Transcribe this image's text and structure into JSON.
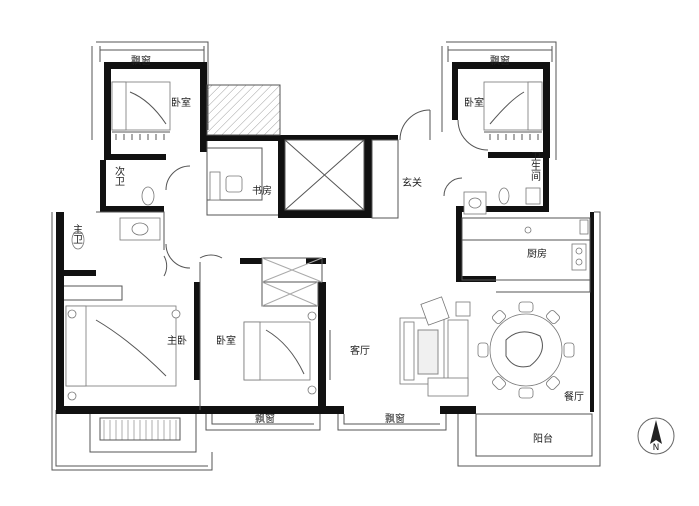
{
  "rooms": {
    "bay_nw": "飘窗",
    "bay_ne": "飘窗",
    "bedroom_nw": "卧室",
    "bedroom_ne": "卧室",
    "second_bath": "次卫",
    "study": "书房",
    "foyer": "玄关",
    "bath_ne": "卫生间",
    "master_bath": "主卫",
    "kitchen": "厨房",
    "master_bedroom": "主卧",
    "bedroom_s": "卧室",
    "living": "客厅",
    "dining": "餐厅",
    "bay_s1": "飘窗",
    "bay_s2": "飘窗",
    "balcony": "阳台"
  },
  "compass": {
    "north": "N"
  }
}
